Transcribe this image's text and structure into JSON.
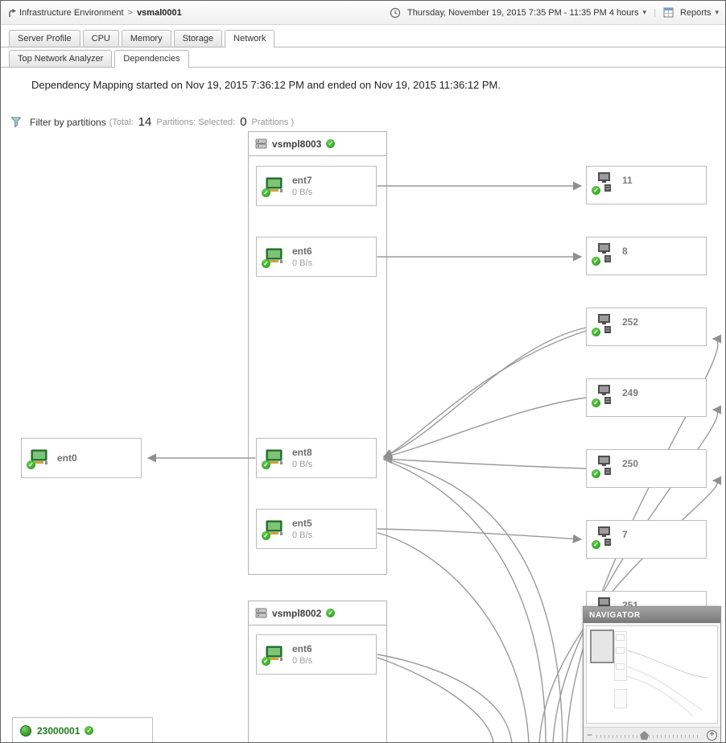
{
  "header": {
    "breadcrumb_root": "Infrastructure Environment",
    "breadcrumb_separator": ">",
    "breadcrumb_current": "vsmal0001",
    "time_range": "Thursday, November 19, 2015 7:35 PM - 11:35 PM 4 hours",
    "time_caret": "▾",
    "divider": "|",
    "reports_label": "Reports",
    "reports_caret": "▾"
  },
  "tabs_primary": [
    {
      "label": "Server Profile"
    },
    {
      "label": "CPU"
    },
    {
      "label": "Memory"
    },
    {
      "label": "Storage"
    },
    {
      "label": "Network"
    }
  ],
  "tabs_secondary": [
    {
      "label": "Top Network Analyzer"
    },
    {
      "label": "Dependencies"
    }
  ],
  "status_text": "Dependency Mapping started on Nov 19, 2015 7:36:12 PM and ended on Nov 19, 2015 11:36:12 PM.",
  "filter": {
    "label": "Filter by partitions",
    "open_paren": "(Total:",
    "total_value": "14",
    "middle": "Partitions; Selected:",
    "selected_value": "0",
    "close": "Pratitions )"
  },
  "diagram": {
    "group1": {
      "name": "vsmpl8003",
      "nodes": [
        {
          "label": "ent7",
          "rate": "0 B/s"
        },
        {
          "label": "ent6",
          "rate": "0 B/s"
        },
        {
          "label": "ent8",
          "rate": "0 B/s"
        },
        {
          "label": "ent5",
          "rate": "0 B/s"
        }
      ]
    },
    "group2": {
      "name": "vsmpl8002",
      "nodes": [
        {
          "label": "ent6",
          "rate": "0 B/s"
        }
      ]
    },
    "external_nic": {
      "label": "ent0"
    },
    "partitions": [
      {
        "label": "11"
      },
      {
        "label": "8"
      },
      {
        "label": "252"
      },
      {
        "label": "249"
      },
      {
        "label": "250"
      },
      {
        "label": "7"
      },
      {
        "label": "251"
      }
    ],
    "storage_node": {
      "label": "23000001"
    },
    "edges": [
      {
        "from": "vsmpl8003/ent7",
        "to": "partition 11"
      },
      {
        "from": "vsmpl8003/ent6",
        "to": "partition 8"
      },
      {
        "from": "vsmpl8003/ent8",
        "to": "ent0"
      },
      {
        "from": "partition 252",
        "to": "vsmpl8003/ent8"
      },
      {
        "from": "partition 249",
        "to": "vsmpl8003/ent8"
      },
      {
        "from": "partition 250",
        "to": "vsmpl8003/ent8"
      },
      {
        "from": "vsmpl8003/ent5",
        "to": "partition 7"
      }
    ]
  },
  "navigator": {
    "title": "NAVIGATOR",
    "zoom_out": "−",
    "zoom_in": "+"
  },
  "icons": {
    "check": "✓"
  },
  "colors": {
    "ok_green": "#2ea121",
    "edge_gray": "#969696",
    "border_gray": "#bdbdbd"
  }
}
